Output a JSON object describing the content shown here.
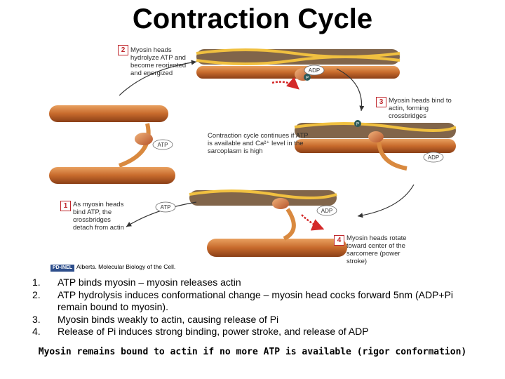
{
  "title": "Contraction Cycle",
  "callouts": {
    "step2": "Myosin heads hydrolyze ATP and become reoriented and energized",
    "step3": "Myosin heads bind to actin, forming crossbridges",
    "center": "Contraction cycle continues if ATP is available and Ca²⁺ level in the sarcoplasm is high",
    "step1": "As myosin heads bind ATP, the crossbridges detach from actin",
    "step4": "Myosin heads rotate toward center of the sarcomere (power stroke)"
  },
  "step_numbers": [
    "1",
    "2",
    "3",
    "4"
  ],
  "molecule_labels": {
    "adp": "ADP",
    "atp": "ATP",
    "p": "P"
  },
  "credit": {
    "logo": "PD-INEL",
    "text": "Alberts. Molecular Biology of the Cell."
  },
  "notes": [
    {
      "num": "1.",
      "text": "ATP binds myosin – myosin releases actin"
    },
    {
      "num": "2.",
      "text": "ATP hydrolysis induces conformational change – myosin head cocks forward 5nm (ADP+Pi remain bound to myosin)."
    },
    {
      "num": "3.",
      "text": "Myosin binds weakly to actin, causing release of Pi"
    },
    {
      "num": "4.",
      "text": "Release of Pi induces strong binding, power stroke, and release of ADP"
    }
  ],
  "conclusion": "Myosin remains bound to actin if no more ATP is available (rigor conformation)",
  "colors": {
    "myosin": "#d9893f",
    "myosin_dark": "#9a4e1e",
    "actin_bead": "#8a5a8f",
    "step_border": "#c0282d",
    "arrow_red": "#d42a2a"
  }
}
